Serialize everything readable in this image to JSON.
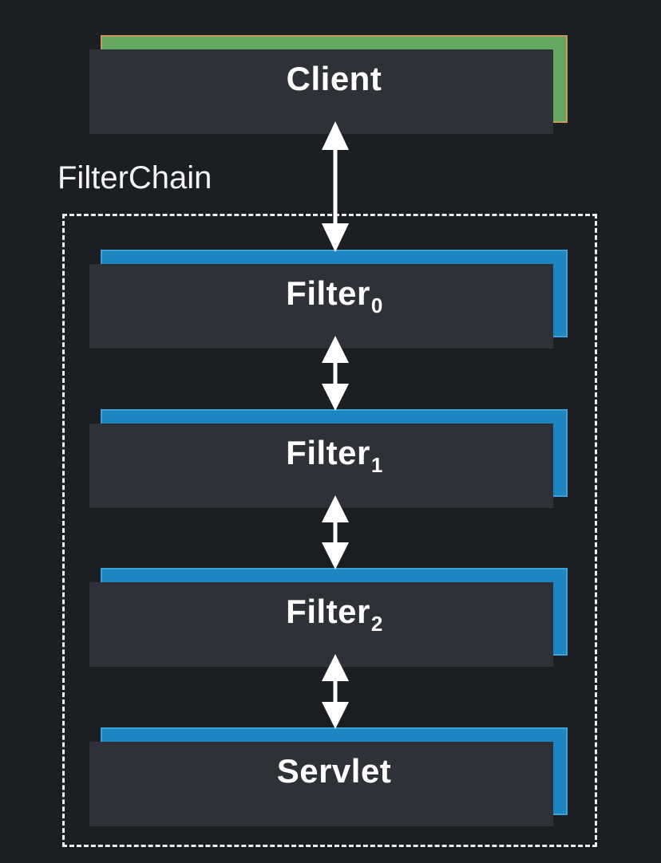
{
  "diagram": {
    "background_color": "#1b1f24",
    "group": {
      "label": "FilterChain",
      "border_style": "dashed",
      "border_color": "#eeeeee"
    },
    "nodes": [
      {
        "id": "client",
        "label": "Client",
        "subscript": "",
        "fill": "#64a862",
        "border": "#c89a5e",
        "text_color": "#ffffff",
        "inside_group": false
      },
      {
        "id": "filter-0",
        "label": "Filter",
        "subscript": "0",
        "fill": "#1b86c1",
        "border": "#3fa3d8",
        "text_color": "#ffffff",
        "inside_group": true
      },
      {
        "id": "filter-1",
        "label": "Filter",
        "subscript": "1",
        "fill": "#1b86c1",
        "border": "#3fa3d8",
        "text_color": "#ffffff",
        "inside_group": true
      },
      {
        "id": "filter-2",
        "label": "Filter",
        "subscript": "2",
        "fill": "#1b86c1",
        "border": "#3fa3d8",
        "text_color": "#ffffff",
        "inside_group": true
      },
      {
        "id": "servlet",
        "label": "Servlet",
        "subscript": "",
        "fill": "#1b86c1",
        "border": "#3fa3d8",
        "text_color": "#ffffff",
        "inside_group": true
      }
    ],
    "connectors": [
      {
        "from": "client",
        "to": "filter-0",
        "style": "double-arrow",
        "color": "#ffffff"
      },
      {
        "from": "filter-0",
        "to": "filter-1",
        "style": "double-arrow",
        "color": "#ffffff"
      },
      {
        "from": "filter-1",
        "to": "filter-2",
        "style": "double-arrow",
        "color": "#ffffff"
      },
      {
        "from": "filter-2",
        "to": "servlet",
        "style": "double-arrow",
        "color": "#ffffff"
      }
    ]
  }
}
